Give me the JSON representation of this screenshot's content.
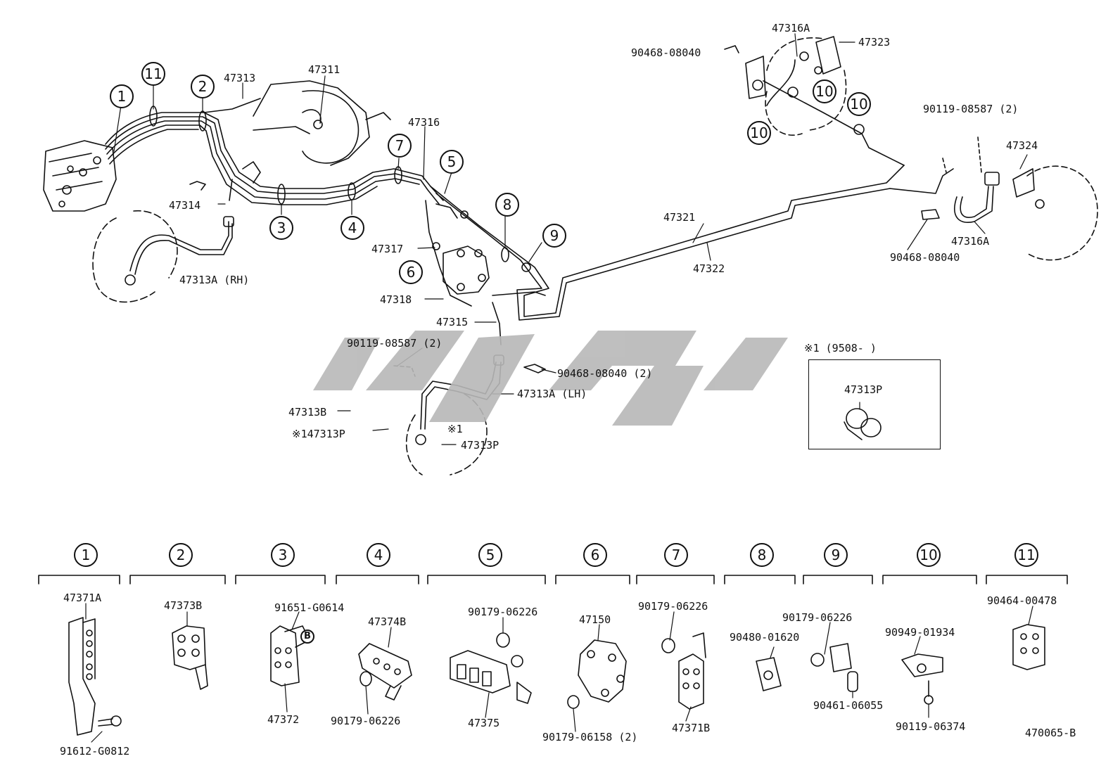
{
  "callouts": {
    "c1": "1",
    "c2": "2",
    "c3": "3",
    "c4": "4",
    "c5": "5",
    "c6": "6",
    "c7": "7",
    "c8": "8",
    "c9": "9",
    "c10a": "10",
    "c10b": "10",
    "c10c": "10",
    "c11": "11",
    "b": "B"
  },
  "parts": {
    "p47313": "47313",
    "p47311": "47311",
    "p47316": "47316",
    "p47314": "47314",
    "p47313A_RH": "47313A (RH)",
    "p47317": "47317",
    "p47318": "47318",
    "p47315": "47315",
    "p47321": "47321",
    "p47322": "47322",
    "p47316A_top": "47316A",
    "p47323": "47323",
    "p90468_top": "90468-08040",
    "p90119_right": "90119-08587 (2)",
    "p47324": "47324",
    "p47316A_right": "47316A",
    "p90468_right": "90468-08040",
    "p90119_mid": "90119-08587 (2)",
    "p90468_mid": "90468-08040 (2)",
    "p47313A_LH": "47313A (LH)",
    "p47313B": "47313B",
    "p_note_47313P": "※147313P",
    "p_note1": "※1",
    "p47313P_lower": "47313P",
    "inset_title": "※1 (9508-      )",
    "inset_part": "47313P"
  },
  "legend": {
    "headers": [
      "1",
      "2",
      "3",
      "4",
      "5",
      "6",
      "7",
      "8",
      "9",
      "10",
      "11"
    ],
    "g1_top": "47371A",
    "g1_bottom": "91612-G0812",
    "g2_top": "47373B",
    "g3_top": "91651-G0614",
    "g3_bottom": "47372",
    "g4_top": "47374B",
    "g4_bottom": "90179-06226",
    "g5_top": "90179-06226",
    "g5_bottom": "47375",
    "g6_top": "47150",
    "g6_bottom": "90179-06158 (2)",
    "g7_top": "90179-06226",
    "g7_bottom": "47371B",
    "g8_top": "90480-01620",
    "g9_top": "90179-06226",
    "g9_bottom": "90461-06055",
    "g10_top": "90949-01934",
    "g10_bottom": "90119-06374",
    "g11_top": "90464-00478"
  },
  "diagram_code": "470065-B"
}
